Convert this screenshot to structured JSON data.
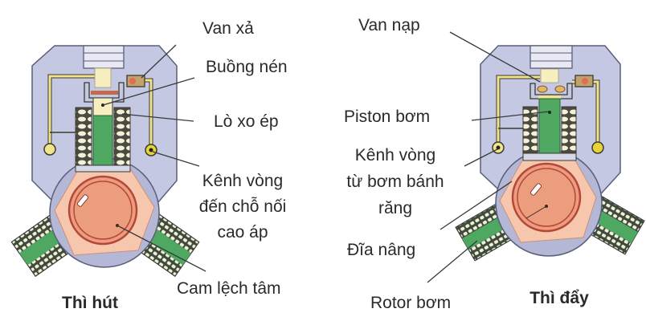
{
  "figure": {
    "left_panel": {
      "title": "Thì hút",
      "labels": {
        "discharge_valve": "Van xả",
        "compression_chamber": "Buồng nén",
        "spring": "Lò xo ép",
        "ring_channel_line1": "Kênh vòng",
        "ring_channel_line2": "đến chỗ nối",
        "ring_channel_line3": "cao áp",
        "eccentric_cam": "Cam lệch tâm"
      }
    },
    "right_panel": {
      "title": "Thì đẩy",
      "labels": {
        "intake_valve": "Van nạp",
        "pump_piston": "Piston bơm",
        "ring_channel_line1": "Kênh vòng",
        "ring_channel_line2": "từ bơm bánh",
        "ring_channel_line3": "răng",
        "lift_disc": "Đĩa nâng",
        "pump_rotor": "Rotor bơm"
      }
    },
    "colors": {
      "housing": "#c5c8e3",
      "housing_stroke": "#5a5e7a",
      "fuel_channel": "#f2e48a",
      "piston": "#4fa862",
      "cam_outer": "#f6c6ad",
      "cam_inner": "#ec9d7e",
      "cam_ring": "#b5473a",
      "spring": "#f4f1d8"
    }
  }
}
